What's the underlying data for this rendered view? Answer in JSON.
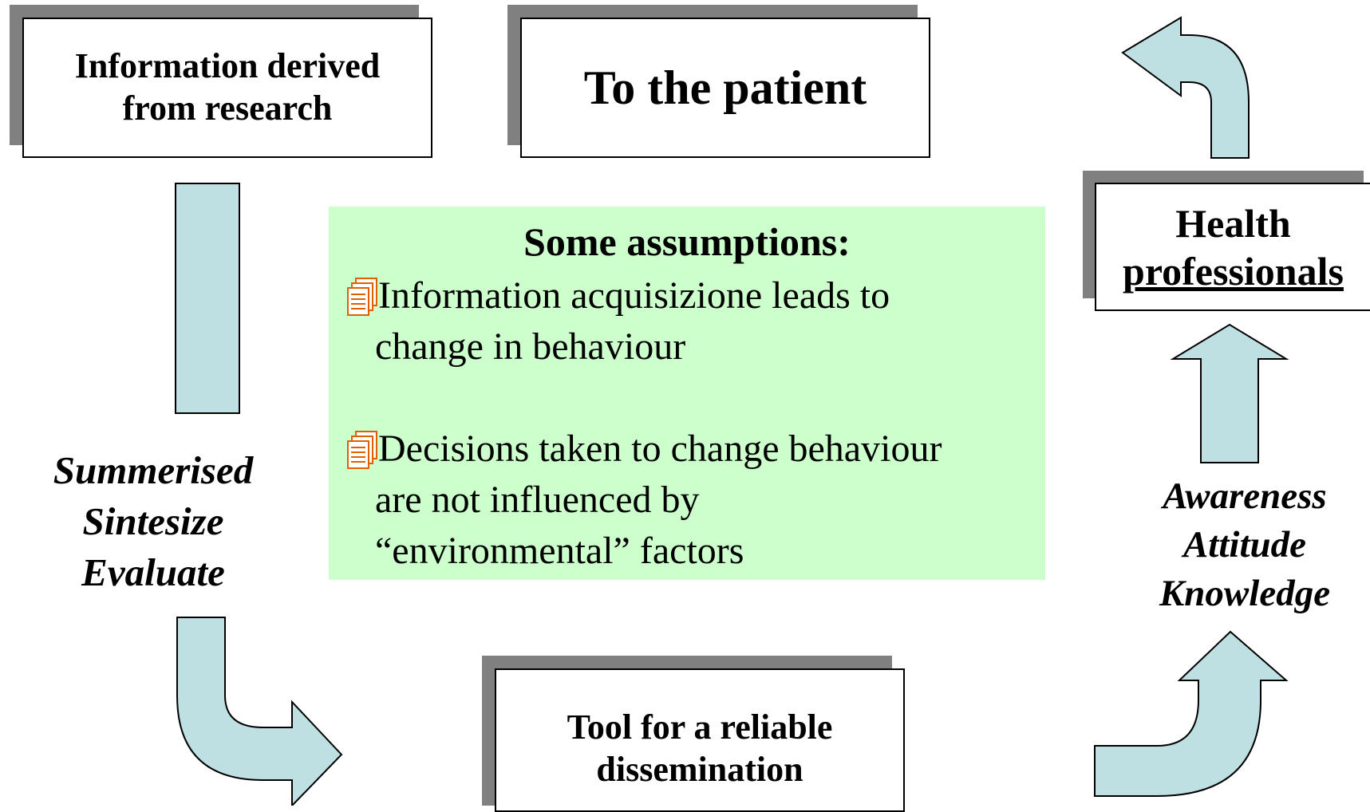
{
  "boxes": {
    "research": {
      "line1": "Information derived",
      "line2": "from research"
    },
    "patient": {
      "text": "To the patient"
    },
    "health": {
      "line1": "Health",
      "line2": "professionals"
    },
    "tool": {
      "line1": "Tool for a reliable",
      "line2": "dissemination"
    }
  },
  "left_label": {
    "line1": "Summerised",
    "line2": "Sintesize",
    "line3": "Evaluate"
  },
  "right_label": {
    "line1": "Awareness",
    "line2": "Attitude",
    "line3": "Knowledge"
  },
  "assumptions": {
    "title": "Some assumptions:",
    "items": [
      {
        "icon": "document-stack-icon",
        "lines": [
          "Information acquisizione leads to",
          "change in behaviour"
        ]
      },
      {
        "icon": "document-stack-icon",
        "lines": [
          "Decisions taken to change behaviour",
          "are not influenced by",
          "“environmental” factors"
        ]
      }
    ]
  },
  "colors": {
    "arrow_fill": "#bfe0e3",
    "panel_fill": "#ccffcc",
    "shadow": "#808080",
    "bullet_icon": "#e06000"
  }
}
